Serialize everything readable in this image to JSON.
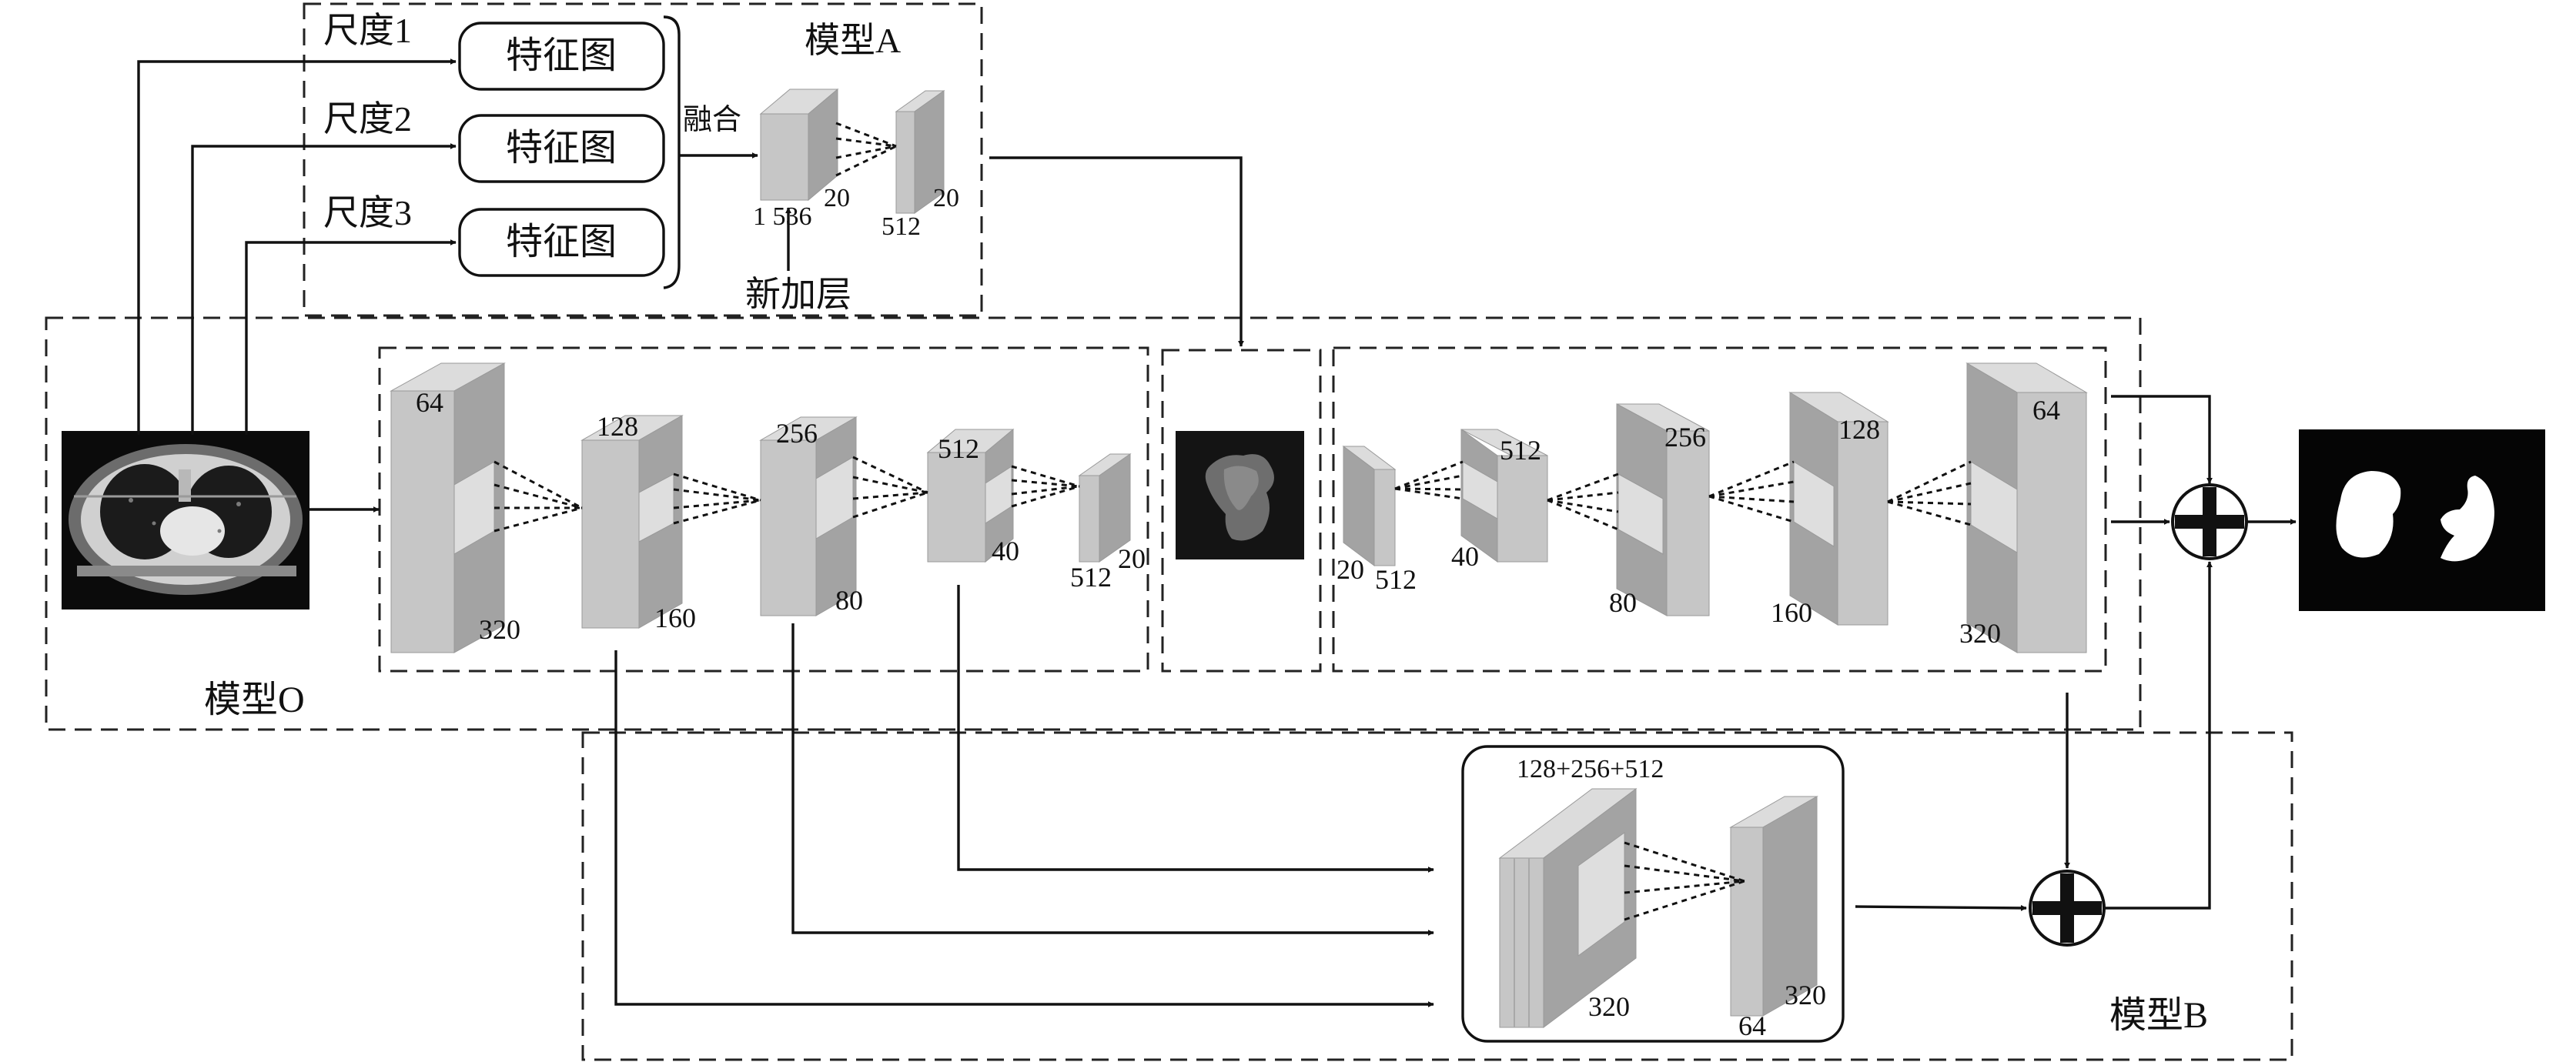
{
  "model_a": {
    "title": "模型A",
    "scales": [
      "尺度1",
      "尺度2",
      "尺度3"
    ],
    "feature_map": "特征图",
    "fuse": "融合",
    "new_layer": "新加层",
    "fuse_block": {
      "channels": "1 536",
      "size": "20"
    },
    "out_block": {
      "channels": "512",
      "size": "20"
    }
  },
  "model_o": {
    "title": "模型O",
    "encoder": [
      {
        "channels": "64",
        "size": "320"
      },
      {
        "channels": "128",
        "size": "160"
      },
      {
        "channels": "256",
        "size": "80"
      },
      {
        "channels": "512",
        "size": "40"
      },
      {
        "channels": "512",
        "size": "20"
      }
    ],
    "decoder": [
      {
        "channels": "512",
        "size": "20"
      },
      {
        "channels": "512",
        "size": "40"
      },
      {
        "channels": "256",
        "size": "80"
      },
      {
        "channels": "128",
        "size": "160"
      },
      {
        "channels": "64",
        "size": "320"
      }
    ]
  },
  "model_b": {
    "title": "模型B",
    "concat_label": "128+256+512",
    "concat_block": {
      "size": "320"
    },
    "out_block": {
      "channels": "64",
      "size": "320"
    }
  }
}
